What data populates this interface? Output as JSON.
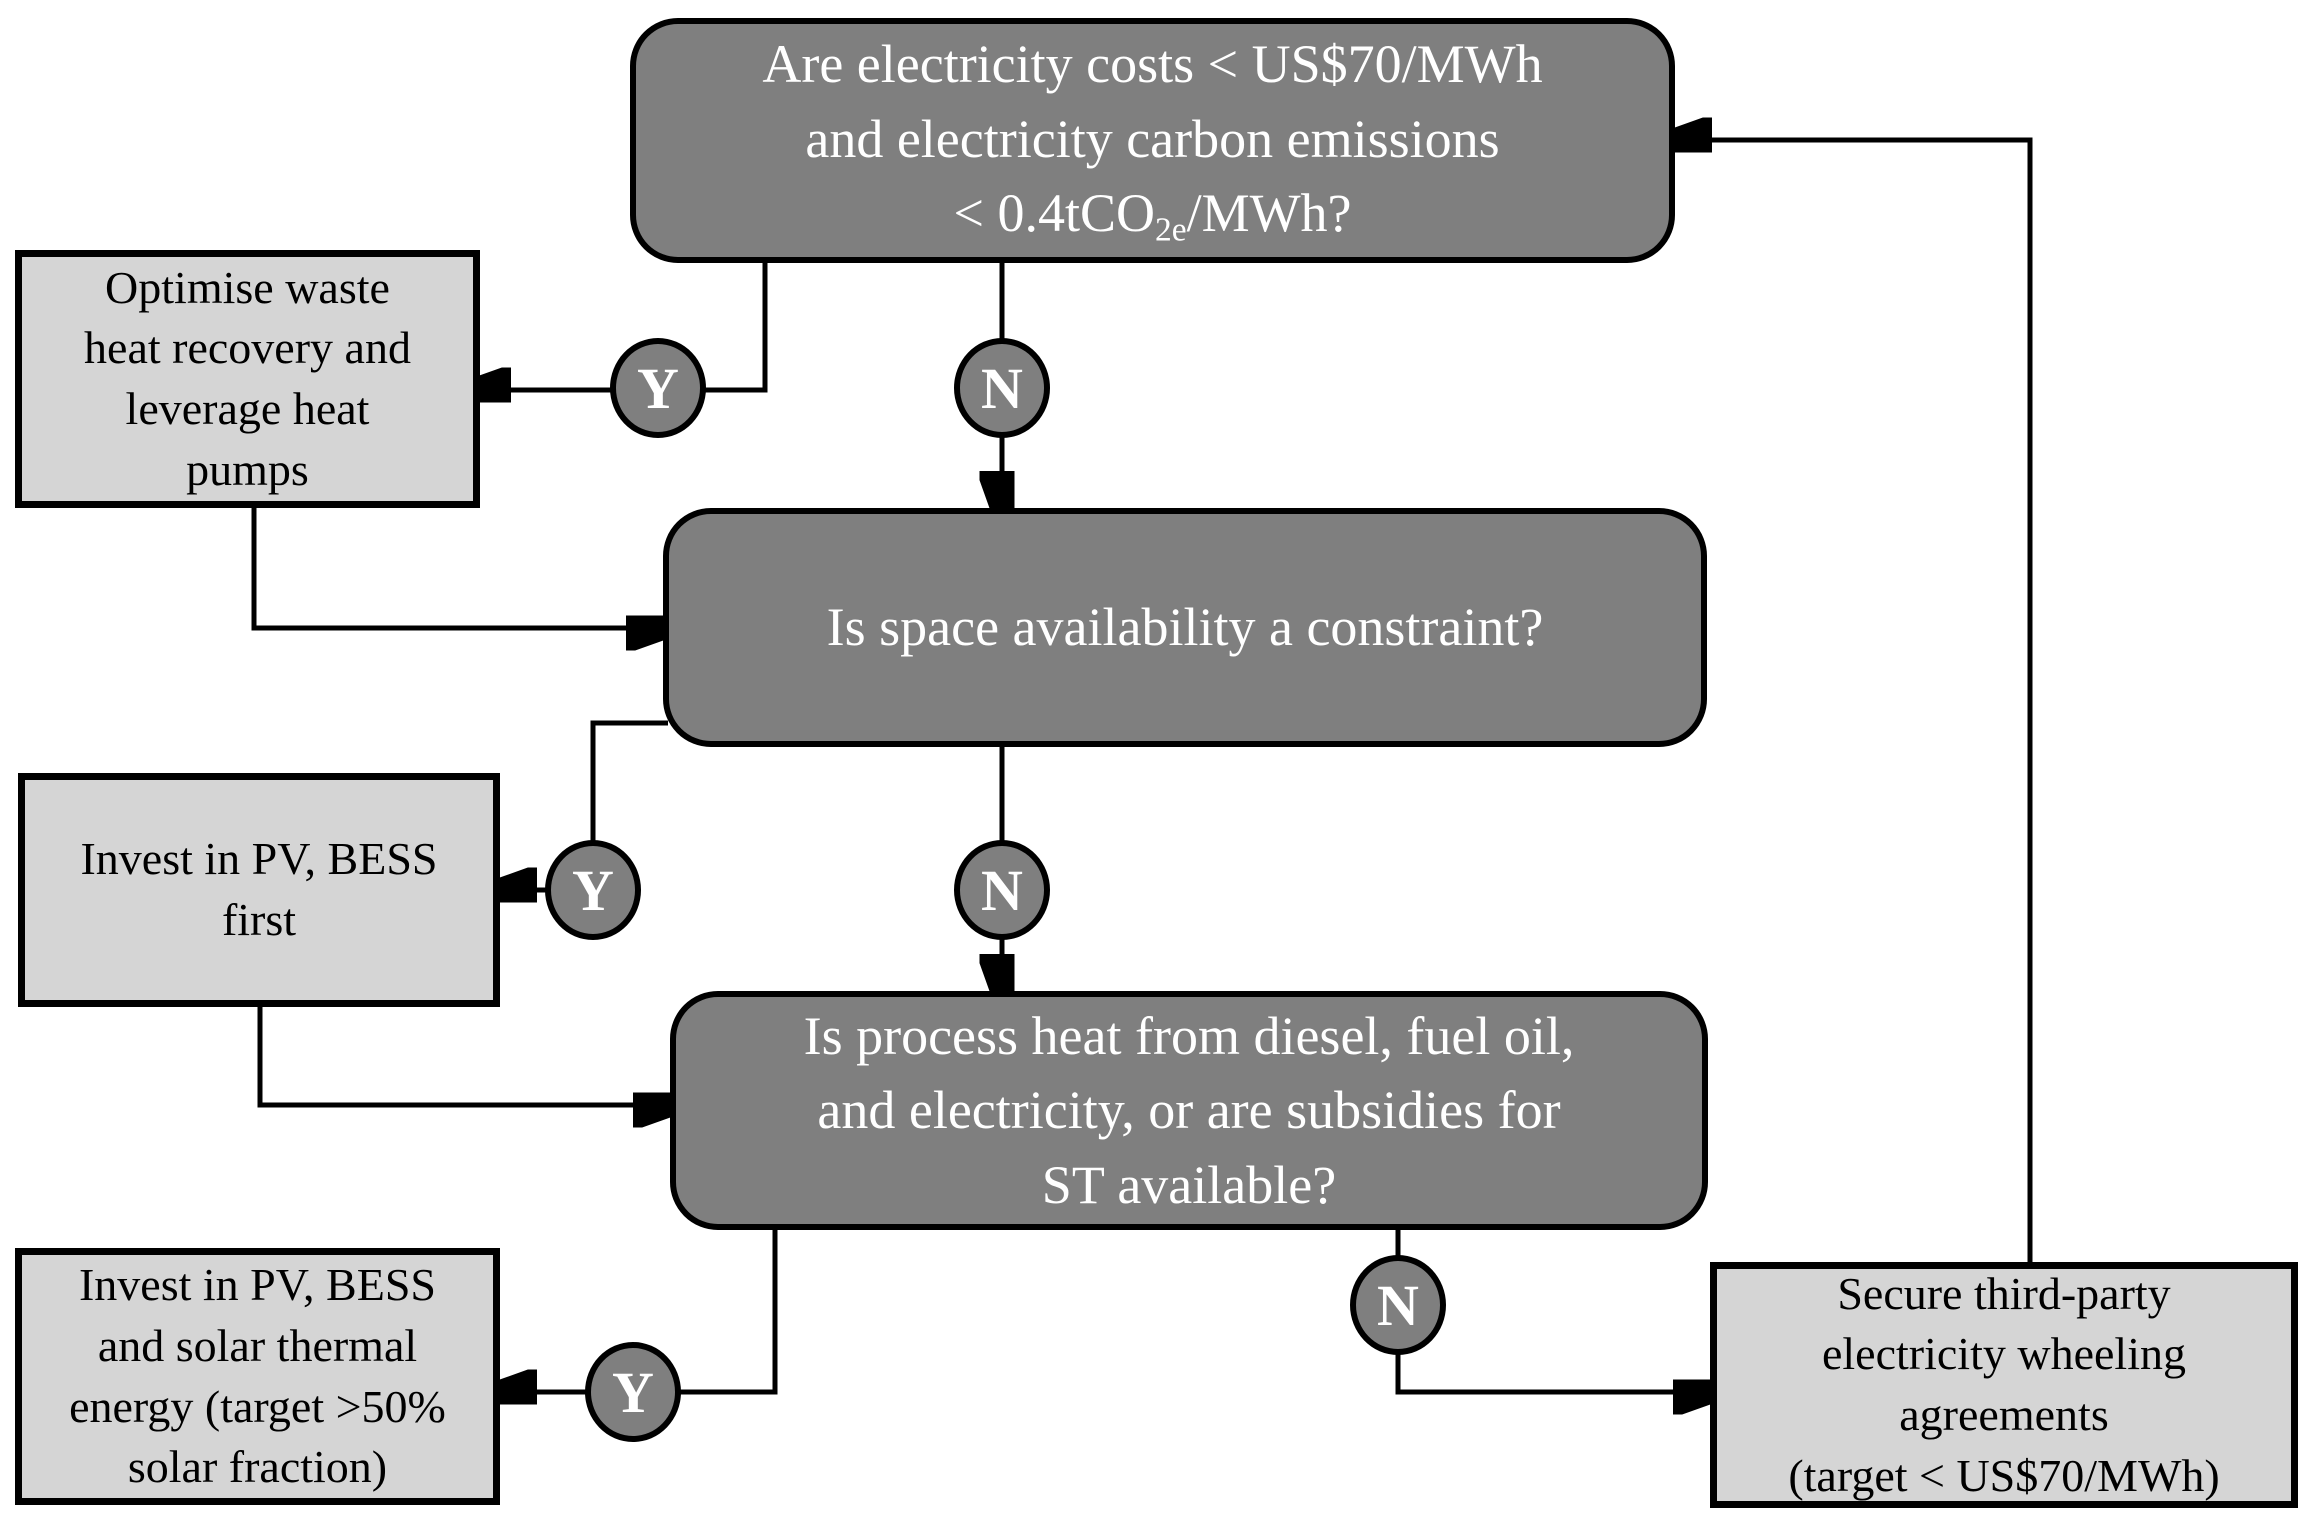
{
  "diagram": {
    "title_hint": "Solar thermal / PV investment decision flowchart",
    "colors": {
      "decision_fill": "#7f7f7f",
      "decision_text": "#ffffff",
      "action_fill": "#d5d5d5",
      "action_text": "#000000",
      "border": "#000000",
      "background": "#ffffff"
    },
    "boxes": {
      "q1": {
        "lines": [
          "Are electricity costs < US$70/MWh",
          "and electricity carbon emissions"
        ],
        "co2_prefix": "< 0.4tCO",
        "co2_sub": "2e",
        "co2_suffix": "/MWh?"
      },
      "optimise": {
        "lines": [
          "Optimise waste",
          "heat recovery and",
          "leverage heat",
          "pumps"
        ]
      },
      "q2": {
        "lines": [
          "Is space availability a constraint?"
        ]
      },
      "invest_pv": {
        "lines": [
          "Invest in PV, BESS",
          "first"
        ]
      },
      "q3": {
        "lines": [
          "Is process heat from diesel, fuel oil,",
          "and electricity, or are subsidies for",
          "ST available?"
        ]
      },
      "invest_solar": {
        "lines": [
          "Invest in PV, BESS",
          "and solar thermal",
          "energy (target >50%",
          "solar fraction)"
        ]
      },
      "secure": {
        "lines": [
          "Secure third-party",
          "electricity wheeling",
          "agreements",
          "(target < US$70/MWh)"
        ]
      }
    },
    "connectors": {
      "yes_label": "Y",
      "no_label": "N"
    }
  }
}
